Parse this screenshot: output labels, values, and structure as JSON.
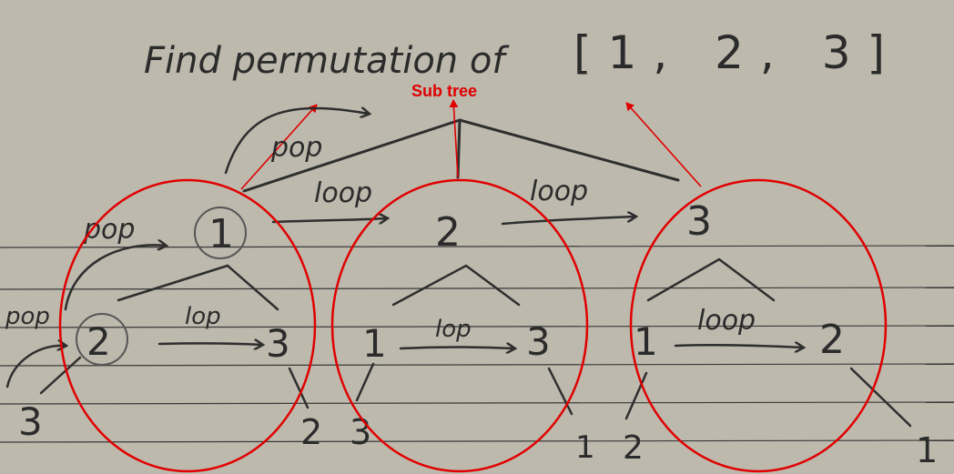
{
  "title": "Find permutation of",
  "input_list": "[1, 2, 3]",
  "annotation": {
    "text": "Sub tree",
    "color": "#e00000"
  },
  "colors": {
    "paper": "#b9b5a9",
    "ink": "#2e2e2e",
    "ruled_line": "#3a3a3a",
    "annotation": "#e00000"
  },
  "labels": {
    "pop": "pop",
    "loop": "loop",
    "lop": "lop"
  },
  "nodes": {
    "root_1": "1",
    "root_2": "2",
    "root_3": "3",
    "sub1_left": "2",
    "sub1_right": "3",
    "sub1_leaf_left": "3",
    "sub1_leaf_right": "2",
    "sub2_left": "1",
    "sub2_right": "3",
    "sub2_leaf_left": "3",
    "sub2_leaf_right": "1",
    "sub3_left": "1",
    "sub3_right": "2",
    "sub3_leaf_left": "2",
    "sub3_leaf_right": "1"
  }
}
